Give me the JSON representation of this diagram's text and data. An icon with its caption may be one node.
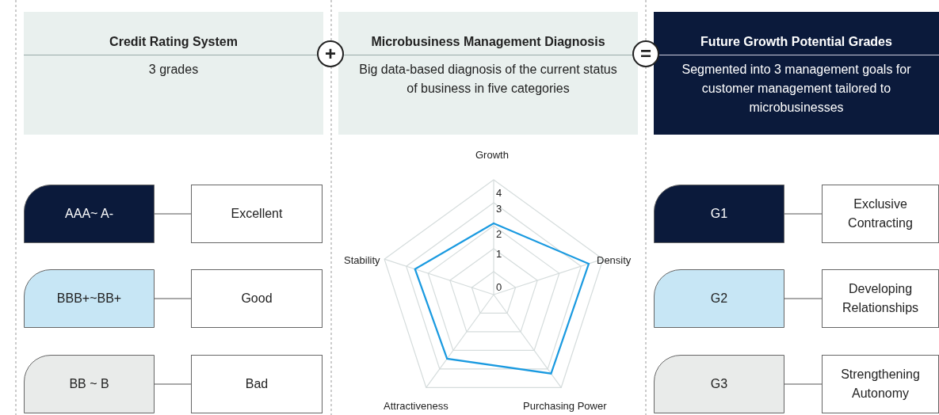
{
  "diagram": {
    "nodes": [
      {
        "text": [
          "Credit Rating System",
          "3 grades"
        ]
      },
      {
        "text": [
          "+"
        ]
      },
      {
        "text": [
          "Microbusiness Management Diagnosis",
          "Big data-based diagnosis of the current status of business in five categories"
        ]
      },
      {
        "text": [
          "="
        ]
      },
      {
        "text": [
          "Future Growth Potential Grades",
          "Segmented into 3 management goals for customer management tailored to microbusinesses"
        ]
      },
      {
        "text": [
          "AAA~ A-"
        ]
      },
      {
        "text": [
          "Excellent"
        ]
      },
      {
        "text": [
          "BBB+~BB+"
        ]
      },
      {
        "text": [
          "Good"
        ]
      },
      {
        "text": [
          "BB ~ B"
        ]
      },
      {
        "text": [
          "Bad"
        ]
      },
      {
        "text": [
          "G1"
        ]
      },
      {
        "text": [
          "Exclusive Contracting"
        ]
      },
      {
        "text": [
          "G2"
        ]
      },
      {
        "text": [
          "Developing Relationships"
        ]
      },
      {
        "text": [
          "G3"
        ]
      },
      {
        "text": [
          "Strengthening Autonomy"
        ]
      }
    ],
    "edges": [
      {
        "from": 5,
        "to": 6,
        "arrow": "none"
      },
      {
        "from": 7,
        "to": 8,
        "arrow": "none"
      },
      {
        "from": 9,
        "to": 10,
        "arrow": "none"
      },
      {
        "from": 11,
        "to": 12,
        "arrow": "none"
      },
      {
        "from": 13,
        "to": 14,
        "arrow": "none"
      },
      {
        "from": 15,
        "to": 16,
        "arrow": "none"
      }
    ],
    "labels": [
      "Growth",
      "4",
      "3",
      "2",
      "1",
      "Stability",
      "Density",
      "0",
      "Attractiveness",
      "Purchasing Power"
    ]
  }
}
